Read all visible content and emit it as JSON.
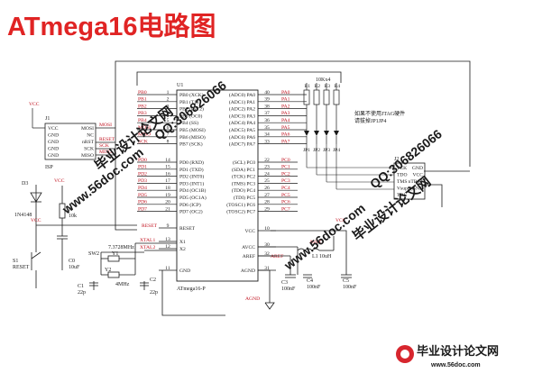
{
  "title": "ATmega16电路图",
  "chip": {
    "designator": "U1",
    "part": "ATmega16-P",
    "left_pins": [
      {
        "num": "1",
        "name": "PB0 (XCK)"
      },
      {
        "num": "2",
        "name": "PB1 (T1)"
      },
      {
        "num": "3",
        "name": "PB2 (INT2)"
      },
      {
        "num": "4",
        "name": "PB3 (OC0)"
      },
      {
        "num": "5",
        "name": "PB4 (SS)"
      },
      {
        "num": "6",
        "name": "PB5 (MOSI)"
      },
      {
        "num": "7",
        "name": "PB6 (MISO)"
      },
      {
        "num": "8",
        "name": "PB7 (SCK)"
      },
      {
        "num": "14",
        "name": "PD0 (RXD)"
      },
      {
        "num": "15",
        "name": "PD1 (TXD)"
      },
      {
        "num": "16",
        "name": "PD2 (INT0)"
      },
      {
        "num": "17",
        "name": "PD3 (INT1)"
      },
      {
        "num": "18",
        "name": "PD4 (OC1B)"
      },
      {
        "num": "19",
        "name": "PD5 (OC1A)"
      },
      {
        "num": "20",
        "name": "PD6 (ICP)"
      },
      {
        "num": "21",
        "name": "PD7 (OC2)"
      },
      {
        "num": "9",
        "name": "RESET"
      },
      {
        "num": "13",
        "name": "X1"
      },
      {
        "num": "12",
        "name": "X2"
      },
      {
        "num": "11",
        "name": "GND"
      }
    ],
    "right_pins": [
      {
        "num": "40",
        "name": "(ADC0) PA0"
      },
      {
        "num": "39",
        "name": "(ADC1) PA1"
      },
      {
        "num": "38",
        "name": "(ADC2) PA2"
      },
      {
        "num": "37",
        "name": "(ADC3) PA3"
      },
      {
        "num": "36",
        "name": "(ADC4) PA4"
      },
      {
        "num": "35",
        "name": "(ADC5) PA5"
      },
      {
        "num": "34",
        "name": "(ADC6) PA6"
      },
      {
        "num": "33",
        "name": "(ADC7) PA7"
      },
      {
        "num": "22",
        "name": "(SCL) PC0"
      },
      {
        "num": "23",
        "name": "(SDA) PC1"
      },
      {
        "num": "24",
        "name": "(TCK) PC2"
      },
      {
        "num": "25",
        "name": "(TMS) PC3"
      },
      {
        "num": "26",
        "name": "(TDO) PC4"
      },
      {
        "num": "27",
        "name": "(TDI) PC5"
      },
      {
        "num": "28",
        "name": "(TOSC1) PC6"
      },
      {
        "num": "29",
        "name": "(TOSC2) PC7"
      },
      {
        "num": "10",
        "name": "VCC"
      },
      {
        "num": "30",
        "name": "AVCC"
      },
      {
        "num": "32",
        "name": "AREF"
      },
      {
        "num": "31",
        "name": "AGND"
      }
    ]
  },
  "nets": {
    "pb": [
      "PB0",
      "PB1",
      "PB2",
      "PB3",
      "PB4",
      "MOSI",
      "MISO",
      "SCK"
    ],
    "pd": [
      "PD0",
      "PD1",
      "PD2",
      "PD3",
      "PD4",
      "PD5",
      "PD6",
      "PD7"
    ],
    "pa": [
      "PA0",
      "PA1",
      "PA2",
      "PA3",
      "PA4",
      "PA5",
      "PA6",
      "PA7"
    ],
    "pc": [
      "PC0",
      "PC1",
      "PC2",
      "PC3",
      "PC4",
      "PC5",
      "PC6",
      "PC7"
    ],
    "reset": "RESET",
    "xtal1": "XTAL1",
    "xtal2": "XTAL2",
    "aref": "AREF"
  },
  "isp": {
    "designator": "J1",
    "part": "ISP",
    "left": [
      "VCC",
      "GND",
      "GND",
      "GND",
      "GND"
    ],
    "right": [
      "MOSI",
      "NC",
      "nRST",
      "SCK",
      "MISO"
    ],
    "net_mosi": "MOSI",
    "net_reset": "RESET",
    "net_sck": "SCK",
    "net_miso": "MISO"
  },
  "jtag": {
    "designator": "J2",
    "pins": [
      "TCK",
      "TDO",
      "TMS",
      "Vsupply",
      "TDI"
    ],
    "right_pins": [
      "GND",
      "VCC",
      "nTRST",
      "GND"
    ],
    "note_line1": "如果不使用JTAG硬件",
    "note_line2": "请拔掉JP1JP4"
  },
  "resistor_array": {
    "value": "10Kx4",
    "names": [
      "R1",
      "R2",
      "R3",
      "R4"
    ],
    "jumpers": [
      "JP1",
      "JP2",
      "JP3",
      "JP4"
    ]
  },
  "reset_circuit": {
    "diode": "D3",
    "diode_part": "1N4148",
    "resistor": "R",
    "resistor_value": "10k",
    "cap": "C0",
    "cap_value": "10uF",
    "switch": "S1",
    "switch_label": "RESET"
  },
  "crystal": {
    "sw": "SW2",
    "y1": "Y1",
    "y1_freq": "7.3728MHz",
    "y2": "Y2",
    "y2_freq": "4MHz",
    "c1": "C1",
    "c1_value": "22p",
    "c2": "C2",
    "c2_value": "22p"
  },
  "analog": {
    "avcc": "AVCC",
    "inductor": "L1",
    "inductor_value": "10uH",
    "c4": "C4",
    "c4_value": "100nF",
    "c3": "C3",
    "c3_value": "100nF",
    "c5": "C5",
    "c5_value": "100nF",
    "agnd": "AGND"
  },
  "power": {
    "vcc": "VCC"
  },
  "watermarks": {
    "qq": "QQ:306826066",
    "site": "www.56doc.com",
    "cn": "毕业设计论文网"
  },
  "footer": {
    "logo_text": "毕业设计论文网",
    "url": "www.56doc.com"
  },
  "colors": {
    "title": "#e02424",
    "wire": "#1a1a1a",
    "net_label": "#c1121f",
    "watermark_blue": "#1c4fa8",
    "watermark_red": "#d7262e"
  }
}
